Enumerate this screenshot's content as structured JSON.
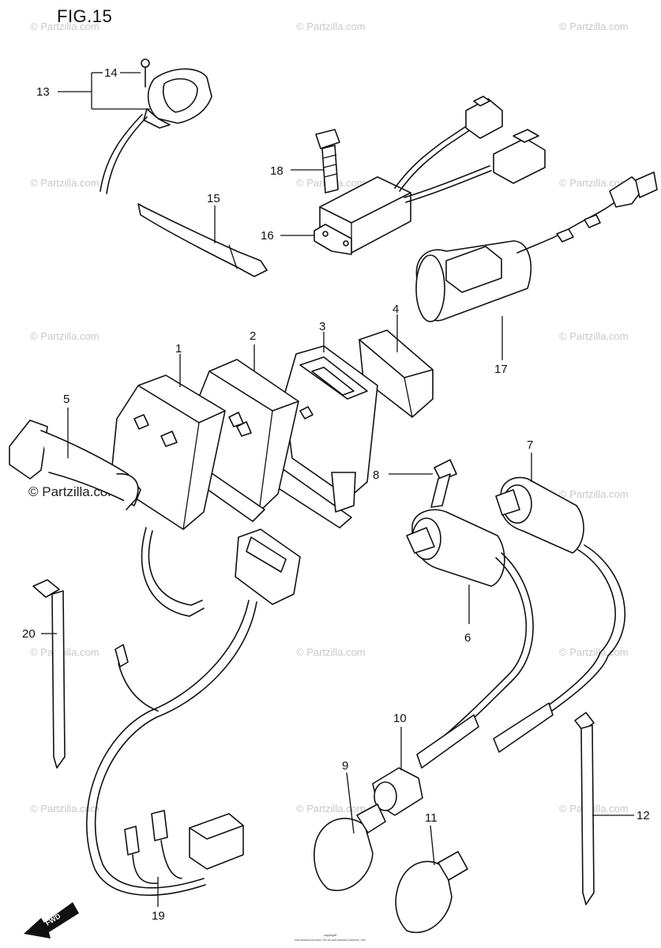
{
  "figure_title": "FIG.15",
  "watermark_small": "© Partzilla.com",
  "watermark_large": "© Partzilla.com",
  "callouts": [
    "1",
    "2",
    "3",
    "4",
    "5",
    "6",
    "7",
    "8",
    "9",
    "10",
    "11",
    "12",
    "13",
    "14",
    "15",
    "16",
    "17",
    "18",
    "19",
    "20"
  ],
  "fwd_label": "FWD",
  "copyright_line1": "copyright",
  "copyright_line2": "xxx-xxxxxx-xx-xxxx ©x-xx-xxx-xxxxxx-xxxxxxx, xxx"
}
